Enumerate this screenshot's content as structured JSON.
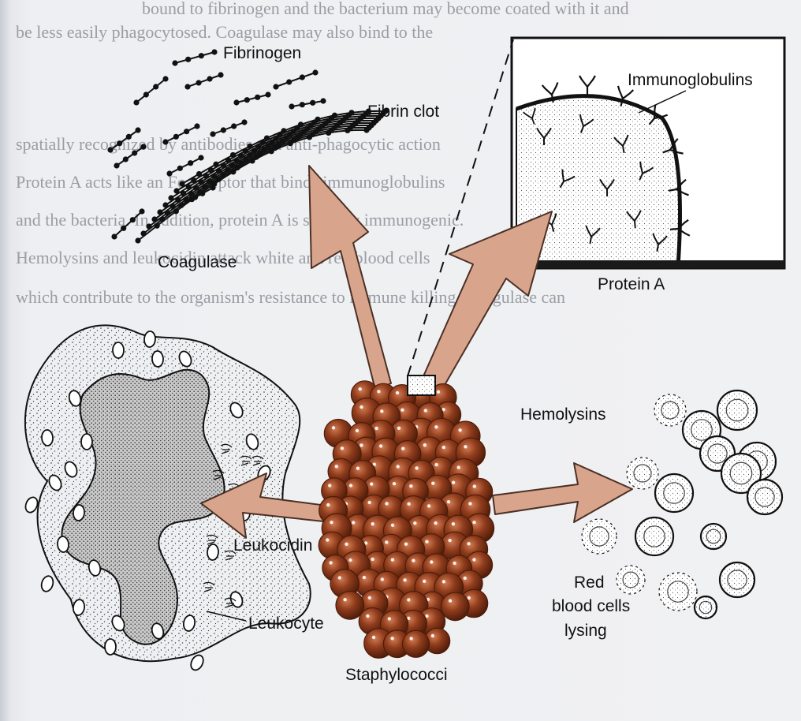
{
  "figure": {
    "labels": {
      "fibrinogen": "Fibrinogen",
      "fibrin_clot": "Fibrin clot",
      "coagulase": "Coagulase",
      "immunoglobulins": "Immunoglobulins",
      "protein_a": "Protein A",
      "hemolysins": "Hemolysins",
      "leukocidin": "Leukocidin",
      "leukocyte": "Leukocyte",
      "red_blood_cells_line1": "Red",
      "red_blood_cells_line2": "blood cells",
      "red_blood_cells_line3": "lysing",
      "staphylococci": "Staphylococci"
    },
    "colors": {
      "arrow_fill": "#d9a48c",
      "arrow_stroke": "#4a3025",
      "coccus_fill": "#8a3a1c",
      "coccus_dark": "#4e1c0a",
      "ink": "#111111"
    },
    "background_text": {
      "line1": "bound to fibrinogen and the bacterium may become coated with it and",
      "line2": "be less easily phagocytosed. Coagulase may also bind to the",
      "line3": "spatially recognized by antibodies and anti-phagocytic action",
      "line4": "Protein A acts like an Fc receptor that binds immunoglobulins",
      "line5": "and the bacteria. In addition, protein A is strongly immunogenic.",
      "line6": "Hemolysins and leukocidin attack white and red blood cells",
      "line7": "which contribute to the organism's resistance to immune killing. Coagulase can"
    }
  }
}
